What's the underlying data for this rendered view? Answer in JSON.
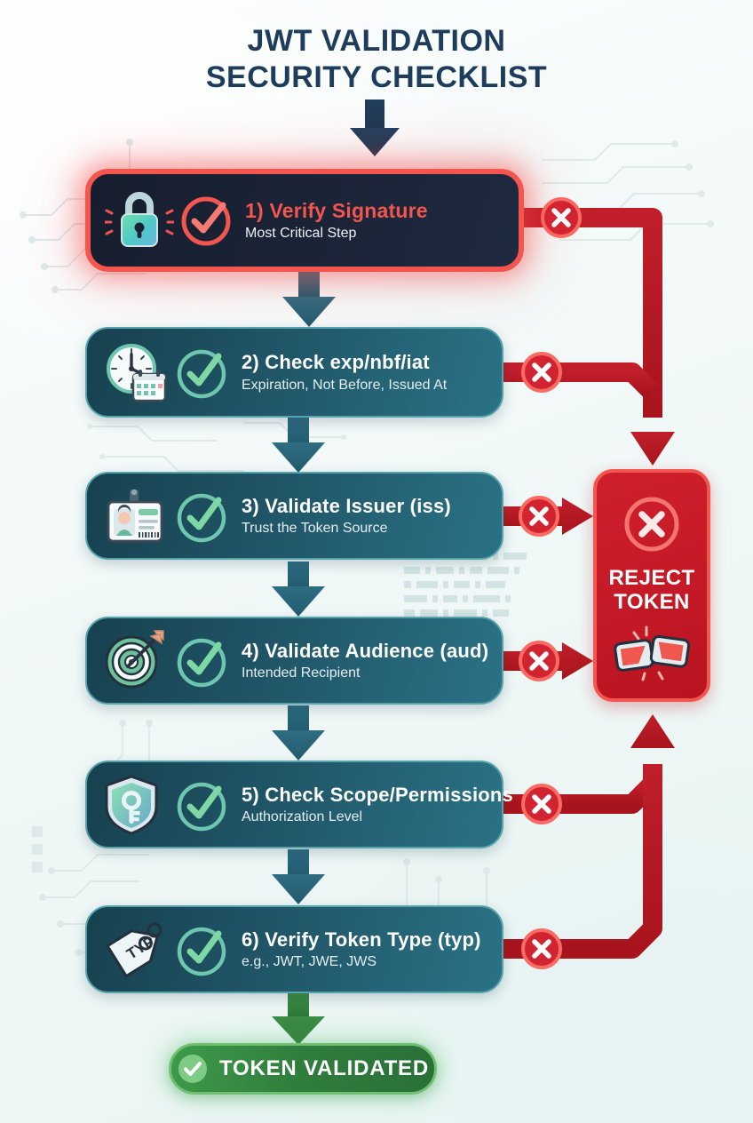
{
  "title": {
    "line1": "JWT VALIDATION",
    "line2": "SECURITY CHECKLIST"
  },
  "colors": {
    "background": "#f2f8f8",
    "title_text": "#1e3d5c",
    "critical_red": "#f2564f",
    "reject_red": "#c41926",
    "teal_box_dark": "#17414f",
    "teal_box_light": "#2b7285",
    "arrow_teal": "#2c5f73",
    "success_green": "#2f7d3c",
    "check_green": "#6ec77f"
  },
  "steps": [
    {
      "number": "1)",
      "title": "1) Verify Signature",
      "subtitle": "Most Critical Step",
      "icon": "padlock-icon",
      "check_icon": "check-circle-icon",
      "variant": "critical",
      "reject_marker": "x-circle-icon"
    },
    {
      "number": "2)",
      "title": "2) Check exp/nbf/iat",
      "subtitle": "Expiration, Not Before, Issued At",
      "icon": "clock-calendar-icon",
      "check_icon": "check-circle-icon",
      "variant": "teal",
      "reject_marker": "x-circle-icon"
    },
    {
      "number": "3)",
      "title": "3) Validate Issuer (iss)",
      "subtitle": "Trust the Token Source",
      "icon": "id-badge-icon",
      "check_icon": "check-circle-icon",
      "variant": "teal",
      "reject_marker": "x-circle-icon"
    },
    {
      "number": "4)",
      "title": "4) Validate Audience (aud)",
      "subtitle": "Intended Recipient",
      "icon": "target-arrow-icon",
      "check_icon": "check-circle-icon",
      "variant": "teal",
      "reject_marker": "x-circle-icon"
    },
    {
      "number": "5)",
      "title": "5) Check Scope/Permissions",
      "subtitle": "Authorization Level",
      "icon": "shield-key-icon",
      "check_icon": "check-circle-icon",
      "variant": "teal",
      "reject_marker": "x-circle-icon"
    },
    {
      "number": "6)",
      "title": "6) Verify Token Type (typ)",
      "subtitle": "e.g., JWT, JWE, JWS",
      "icon": "tag-typ-icon",
      "check_icon": "check-circle-icon",
      "variant": "teal",
      "reject_marker": "x-circle-icon"
    }
  ],
  "reject": {
    "line1": "REJECT",
    "line2": "TOKEN",
    "icon": "x-circle-icon",
    "broken_icon": "broken-token-icon"
  },
  "success": {
    "label": "TOKEN VALIDATED",
    "icon": "check-circle-filled-icon"
  }
}
